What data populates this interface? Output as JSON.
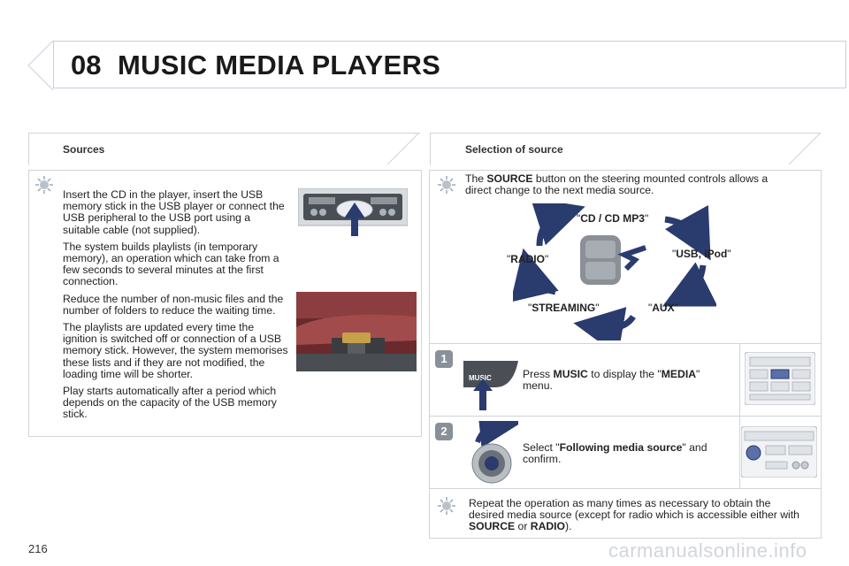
{
  "header": {
    "chapter_number": "08",
    "title": "MUSIC MEDIA PLAYERS"
  },
  "page_number": "216",
  "watermark": "carmanualsonline.info",
  "sources": {
    "heading": "Sources",
    "paragraphs": [
      "Insert the CD in the player, insert the USB memory stick in the USB player or connect the USB peripheral to the USB port using a suitable cable (not supplied).",
      "The system builds playlists (in temporary memory), an operation which can take from a few seconds to several minutes at the first connection.",
      "Reduce the number of non-music files and the number of folders to reduce the waiting time.",
      "The playlists are updated every time the ignition is switched off or connection of a USB memory stick. However, the system memorises these lists and if they are not modified, the loading time will be shorter.",
      "Play starts automatically after a period which depends on the capacity of the USB memory stick."
    ]
  },
  "selection": {
    "heading": "Selection of source",
    "intro_pre": "The ",
    "intro_bold": "SOURCE",
    "intro_post": " button on the steering mounted controls allows a direct change to the next media source.",
    "cycle_labels": {
      "cd": "CD / CD MP3",
      "usb": "USB, iPod",
      "aux": "AUX",
      "streaming": "STREAMING",
      "radio": "RADIO"
    },
    "quote_char": "\"",
    "step1": {
      "number": "1",
      "button_label": "MUSIC",
      "pre": "Press ",
      "bold1": "MUSIC",
      "mid": " to display the \"",
      "bold2": "MEDIA",
      "post": "\" menu."
    },
    "step2": {
      "number": "2",
      "pre": "Select \"",
      "bold": "Following media source",
      "post": "\" and confirm."
    },
    "repeat": {
      "pre": "Repeat the operation as many times as necessary to obtain the desired media source (except for radio which is accessible either with ",
      "bold1": "SOURCE",
      "mid": " or ",
      "bold2": "RADIO",
      "post": ")."
    }
  },
  "colors": {
    "accent_blue": "#2a3b6e",
    "title_text": "#1a1a1a",
    "frame": "#c8d0dc",
    "badge": "#8a9099"
  }
}
